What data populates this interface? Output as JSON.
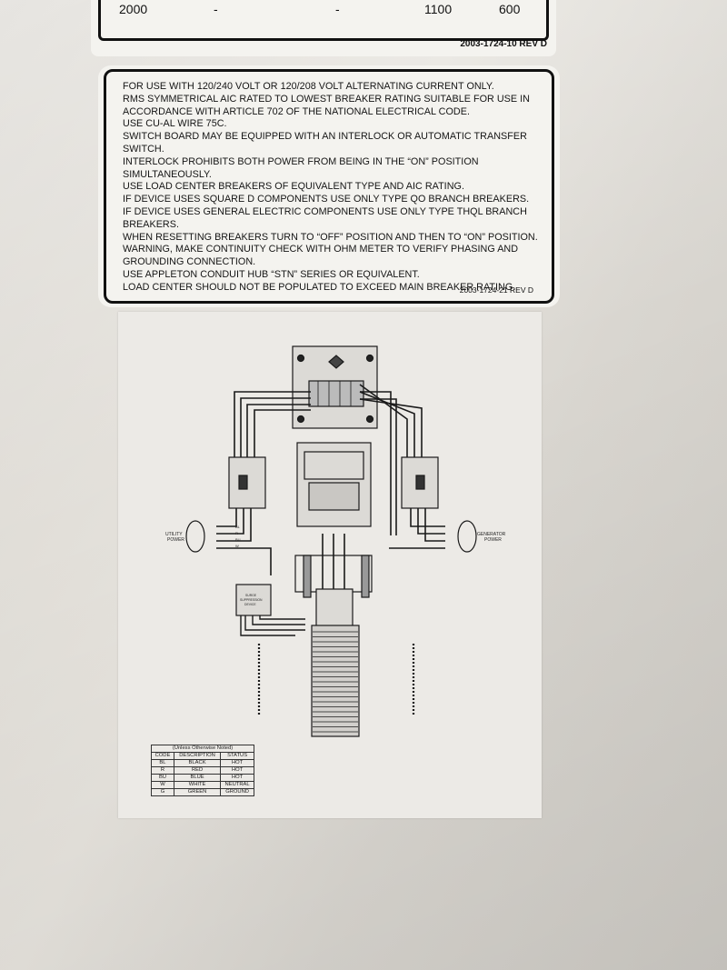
{
  "top_label": {
    "partial_row": [
      "2000",
      "-",
      "-",
      "1100",
      "600"
    ],
    "ref": "2003-1724-10 REV D"
  },
  "warning_label": {
    "lines": [
      "FOR USE WITH 120/240 VOLT OR 120/208 VOLT ALTERNATING CURRENT ONLY.",
      "RMS SYMMETRICAL AIC RATED TO LOWEST BREAKER RATING SUITABLE FOR USE IN",
      "ACCORDANCE WITH ARTICLE 702 OF THE NATIONAL ELECTRICAL CODE.",
      "USE CU-AL WIRE 75C.",
      "SWITCH BOARD MAY BE EQUIPPED WITH AN INTERLOCK OR AUTOMATIC TRANSFER",
      "SWITCH.",
      "INTERLOCK PROHIBITS BOTH POWER FROM BEING IN THE “ON” POSITION",
      "SIMULTANEOUSLY.",
      "USE LOAD CENTER BREAKERS OF EQUIVALENT TYPE AND AIC RATING.",
      "IF DEVICE USES SQUARE D COMPONENTS USE ONLY TYPE QO BRANCH BREAKERS.",
      "IF DEVICE USES GENERAL ELECTRIC COMPONENTS USE ONLY  TYPE THQL BRANCH",
      "BREAKERS.",
      "WHEN RESETTING BREAKERS TURN TO “OFF” POSITION AND THEN TO “ON” POSITION.",
      "WARNING, MAKE CONTINUITY CHECK WITH OHM METER TO VERIFY PHASING AND",
      "GROUNDING CONNECTION.",
      "USE APPLETON CONDUIT HUB “STN” SERIES OR EQUIVALENT.",
      "LOAD CENTER SHOULD NOT BE POPULATED TO EXCEED MAIN BREAKER RATING."
    ],
    "ref": "2003-1724-21 REV D"
  },
  "diagram": {
    "utility_label": [
      "UTILITY",
      "POWER"
    ],
    "generator_label": [
      "GENERATOR",
      "POWER"
    ],
    "surge_label": [
      "SURGE",
      "SUPPRESSION",
      "DEVICE"
    ],
    "wire_codes": [
      "BL",
      "R",
      "BU",
      "W"
    ],
    "legend": {
      "caption": "(Unless Otherwise Noted)",
      "headers": [
        "CODE",
        "DESCRIPTION",
        "STATUS"
      ],
      "rows": [
        [
          "BL",
          "BLACK",
          "HOT"
        ],
        [
          "R",
          "RED",
          "HOT"
        ],
        [
          "BU",
          "BLUE",
          "HOT"
        ],
        [
          "W",
          "WHITE",
          "NEUTRAL"
        ],
        [
          "G",
          "GREEN",
          "GROUND"
        ]
      ]
    }
  }
}
